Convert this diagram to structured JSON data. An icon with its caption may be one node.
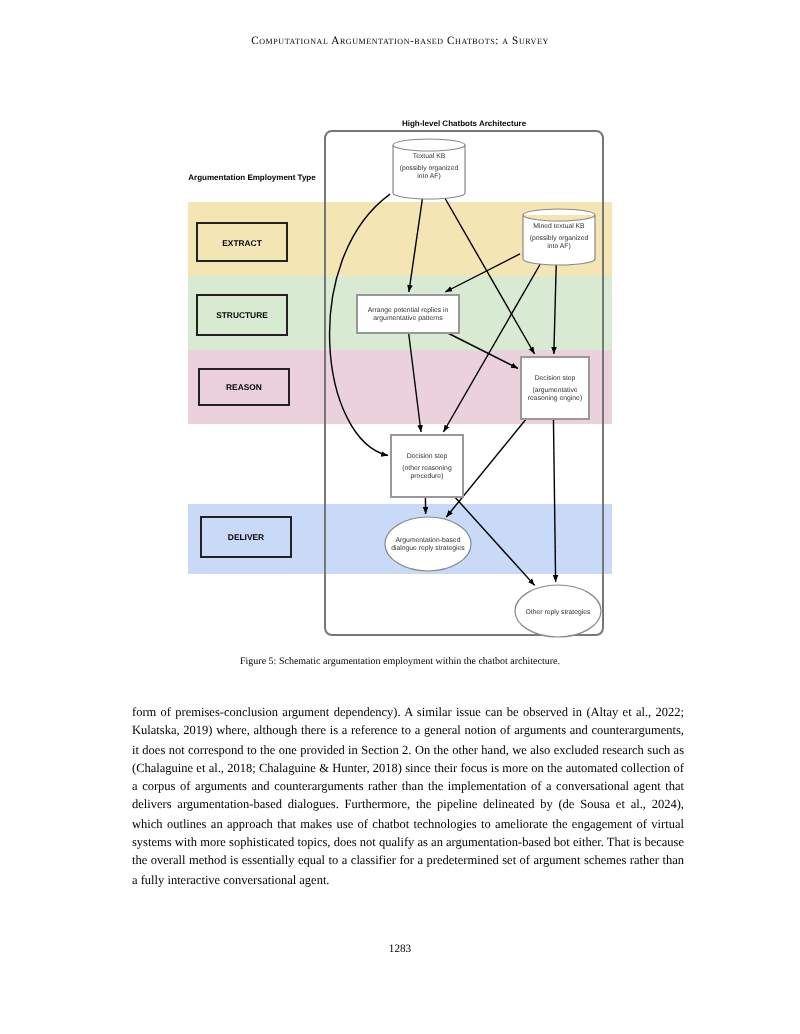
{
  "diagram": {
    "caption": "Figure 5: Schematic argumentation employment within the chatbot architecture.",
    "nodes": [
      {
        "text": [
          "High-level Chatbots Architecture"
        ]
      },
      {
        "text": [
          "Textual KB",
          "(possibly organized into AF)"
        ],
        "in": 0
      },
      {
        "text": [
          "Mined textual KB",
          "(possibly organized into AF)"
        ],
        "in": 0
      },
      {
        "text": [
          "Arrange potential replies in argumentative patterns"
        ],
        "in": 0
      },
      {
        "text": [
          "Decision step",
          "(argumentative reasoning engine)"
        ],
        "in": 0
      },
      {
        "text": [
          "Decision step",
          "(other reasoning procedure)"
        ],
        "in": 0
      },
      {
        "text": [
          "Argumentation-based dialogue reply strategies"
        ],
        "in": 0
      },
      {
        "text": [
          "Other reply strategies"
        ],
        "in": 0
      },
      {
        "text": [
          "EXTRACT"
        ]
      },
      {
        "text": [
          "STRUCTURE"
        ]
      },
      {
        "text": [
          "REASON"
        ]
      },
      {
        "text": [
          "DELIVER"
        ]
      }
    ],
    "edges": [
      {
        "from": 1,
        "to": 5,
        "arrow": "to"
      },
      {
        "from": 1,
        "to": 3,
        "arrow": "to"
      },
      {
        "from": 1,
        "to": 4,
        "arrow": "to"
      },
      {
        "from": 2,
        "to": 3,
        "arrow": "to"
      },
      {
        "from": 2,
        "to": 5,
        "arrow": "to"
      },
      {
        "from": 2,
        "to": 4,
        "arrow": "to"
      },
      {
        "from": 3,
        "to": 5,
        "arrow": "to"
      },
      {
        "from": 3,
        "to": 4,
        "arrow": "to"
      },
      {
        "from": 4,
        "to": 6,
        "arrow": "to"
      },
      {
        "from": 4,
        "to": 7,
        "arrow": "to"
      },
      {
        "from": 5,
        "to": 6,
        "arrow": "to"
      },
      {
        "from": 5,
        "to": 7,
        "arrow": "to"
      }
    ],
    "labels": [
      "Computational Argumentation-based Chatbots: a Survey",
      "Argumentation Employment Type",
      "form of premises-conclusion argument dependency). A similar issue can be observed in (Altay et al., 2022; Kulatska, 2019) where, although there is a reference to a general notion of arguments and counterarguments, it does not correspond to the one provided in Section 2. On the other hand, we also excluded research such as (Chalaguine et al., 2018; Chalaguine & Hunter, 2018) since their focus is more on the automated collection of a corpus of arguments and counterarguments rather than the implementation of a conversational agent that delivers argumentation-based dialogues. Furthermore, the pipeline delineated by (de Sousa et al., 2024), which outlines an approach that makes use of chatbot technologies to ameliorate the engagement of virtual systems with more sophisticated topics, does not qualify as an argumentation-based bot either. That is because the overall method is essentially equal to a classifier for a predetermined set of argument schemes rather than a fully interactive conversational agent.",
      "1283"
    ]
  }
}
